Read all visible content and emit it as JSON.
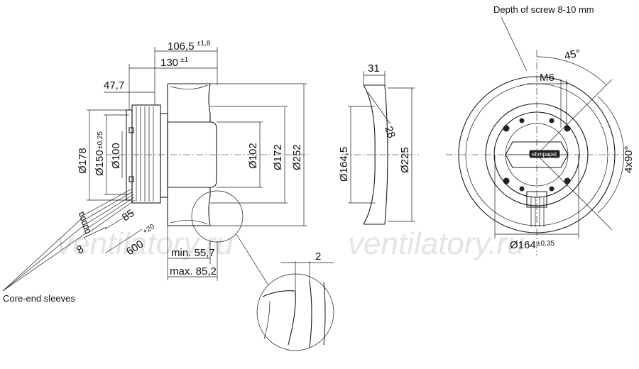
{
  "watermarks": [
    "ventilatory.ru",
    "ventilatory.ru"
  ],
  "notes": {
    "screw_depth": "Depth of screw 8-10 mm",
    "core_sleeves": "Core-end sleeves"
  },
  "side_view": {
    "d178": "Ø178",
    "d150": "Ø150",
    "d150_tol": "±0,25",
    "d100": "Ø100",
    "d102": "Ø102",
    "d172": "Ø172",
    "d252": "Ø252",
    "len_106": "106,5",
    "len_106_tol": "±1,8",
    "len_130": "130",
    "len_130_tol": "±1",
    "len_47": "47,7",
    "cable_85": "85",
    "cable_8": "8",
    "cable_600": "600",
    "cable_600_tol": "+20",
    "min_len": "min. 55,7",
    "max_len": "max. 85,2"
  },
  "inlet_ring": {
    "w31": "31",
    "r28": "28",
    "d164": "Ø164,5",
    "d225": "Ø225"
  },
  "detail": {
    "gap": "2"
  },
  "front_view": {
    "angle": "45°",
    "thread": "M6",
    "holes": "4x90°",
    "pcd": "Ø164",
    "pcd_tol": "±0,35",
    "brand": "ebmpapst"
  }
}
